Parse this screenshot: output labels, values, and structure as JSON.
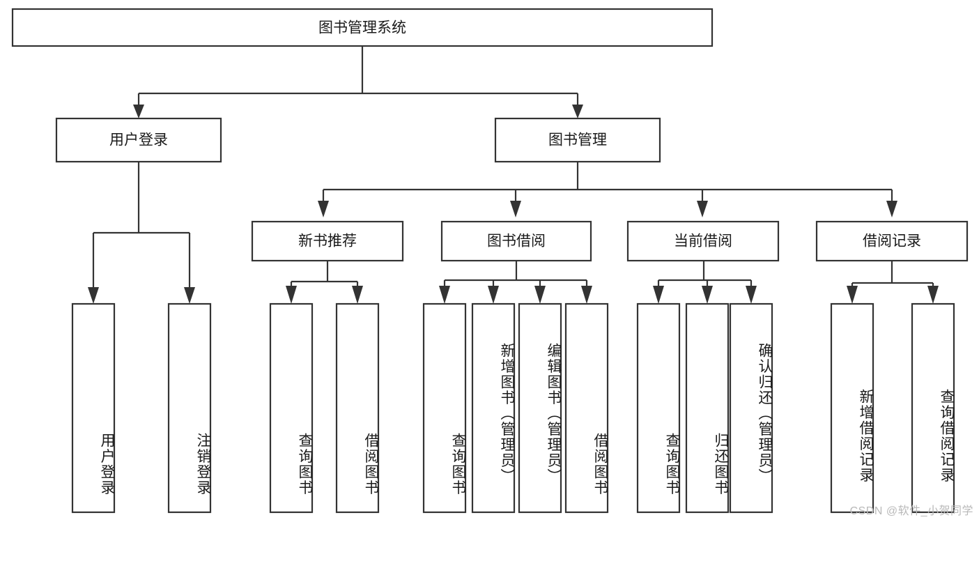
{
  "diagram": {
    "type": "tree-hierarchy",
    "title": "图书管理系统",
    "orientation": "top-down",
    "watermark": "CSDN @软件_小贺同学",
    "colors": {
      "box_fill": "#ffffff",
      "box_stroke": "#333333",
      "text": "#1a1a1a",
      "watermark": "#b9b9b9",
      "background": "#ffffff"
    },
    "root": {
      "label": "图书管理系统",
      "level": 0
    },
    "level1": [
      {
        "id": "user-login",
        "label": "用户登录"
      },
      {
        "id": "book-manage",
        "label": "图书管理"
      }
    ],
    "level2": [
      {
        "id": "new-book-recommend",
        "label": "新书推荐",
        "parent": "book-manage"
      },
      {
        "id": "book-borrow",
        "label": "图书借阅",
        "parent": "book-manage"
      },
      {
        "id": "current-borrow",
        "label": "当前借阅",
        "parent": "book-manage"
      },
      {
        "id": "borrow-record",
        "label": "借阅记录",
        "parent": "book-manage"
      }
    ],
    "leaves": [
      {
        "id": "leaf-user-login",
        "label": "用户登录",
        "parent": "user-login"
      },
      {
        "id": "leaf-logout-login",
        "label": "注销登录",
        "parent": "user-login"
      },
      {
        "id": "leaf-query-book-1",
        "label": "查询图书",
        "parent": "new-book-recommend"
      },
      {
        "id": "leaf-borrow-book-1",
        "label": "借阅图书",
        "parent": "new-book-recommend"
      },
      {
        "id": "leaf-query-book-2",
        "label": "查询图书",
        "parent": "book-borrow"
      },
      {
        "id": "leaf-add-book",
        "label": "新增图书（管理员）",
        "parent": "book-borrow"
      },
      {
        "id": "leaf-edit-book",
        "label": "编辑图书（管理员）",
        "parent": "book-borrow"
      },
      {
        "id": "leaf-borrow-book-2",
        "label": "借阅图书",
        "parent": "book-borrow"
      },
      {
        "id": "leaf-query-book-3",
        "label": "查询图书",
        "parent": "current-borrow"
      },
      {
        "id": "leaf-return-book",
        "label": "归还图书",
        "parent": "current-borrow"
      },
      {
        "id": "leaf-confirm-return",
        "label": "确认归还（管理员）",
        "parent": "current-borrow"
      },
      {
        "id": "leaf-add-record",
        "label": "新增借阅记录",
        "parent": "borrow-record"
      },
      {
        "id": "leaf-query-record",
        "label": "查询借阅记录",
        "parent": "borrow-record"
      }
    ]
  }
}
